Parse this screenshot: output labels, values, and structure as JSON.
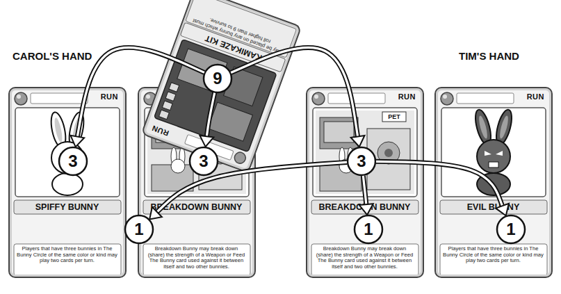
{
  "diagram": {
    "nodes": [
      {
        "text": [
          "KAMIKAZE KIT",
          "May be placed on any bunny which must roll higher than 9 to survive.",
          "RUN"
        ]
      },
      {
        "text": [
          "9"
        ]
      },
      {
        "text": [
          "RUN",
          "SPIFFY BUNNY",
          "Players that have three bunnies in The Bunny Circle of the same color or kind may play two cards per turn."
        ]
      },
      {
        "text": [
          "BREAKDOWN BUNNY",
          "Breakdown Bunny may break down (share) the strength of a Weapon or Feed The Bunny card used against it between itself and two other bunnies."
        ]
      },
      {
        "text": [
          "RUN",
          "BREAKDOWN BUNNY",
          "Breakdown Bunny may break down (share) the strength of a Weapon or Feed The Bunny card used against it between itself and two other bunnies."
        ]
      },
      {
        "text": [
          "RUN",
          "EVIL BUNNY",
          "Players that have three bunnies in The Bunny Circle of the same color or kind may play two cards per turn."
        ]
      },
      {
        "text": [
          "3"
        ]
      },
      {
        "text": [
          "3"
        ]
      },
      {
        "text": [
          "3"
        ]
      },
      {
        "text": [
          "1"
        ]
      },
      {
        "text": [
          "1"
        ]
      },
      {
        "text": [
          "1"
        ]
      }
    ],
    "edges": [
      {
        "from": 1,
        "to": 6,
        "arrow": "to"
      },
      {
        "from": 1,
        "to": 7,
        "arrow": "to"
      },
      {
        "from": 1,
        "to": 8,
        "arrow": "to"
      },
      {
        "from": 8,
        "to": 9,
        "arrow": "to"
      },
      {
        "from": 8,
        "to": 10,
        "arrow": "to"
      },
      {
        "from": 8,
        "to": 11,
        "arrow": "to"
      }
    ],
    "labels": [
      "CAROL'S HAND",
      "TIM'S HAND",
      "PET"
    ]
  }
}
